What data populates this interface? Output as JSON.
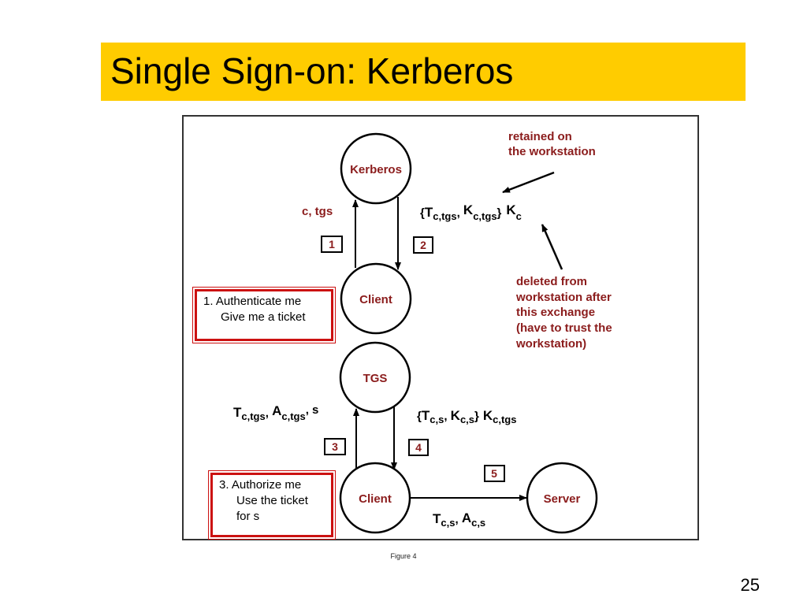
{
  "slide": {
    "title": "Single Sign-on: Kerberos",
    "page_number": "25",
    "caption": "Figure 4"
  },
  "nodes": {
    "kerberos": "Kerberos",
    "client_top": "Client",
    "tgs": "TGS",
    "client_bottom": "Client",
    "server": "Server"
  },
  "steps": {
    "s1": "1",
    "s2": "2",
    "s3": "3",
    "s4": "4",
    "s5": "5"
  },
  "labels": {
    "c_tgs": "c, tgs",
    "retained_1": "retained on",
    "retained_2": "the workstation",
    "deleted": [
      "deleted from",
      "workstation after",
      "this exchange",
      "(have to trust the",
      "workstation)"
    ]
  },
  "notes": {
    "note1": [
      "1. Authenticate me",
      "Give me a ticket"
    ],
    "note3": [
      "3. Authorize me",
      "Use the ticket",
      "for s"
    ]
  },
  "formulas": {
    "msg2": {
      "open": "{",
      "T": "T",
      "T_sub": "c,tgs",
      "sep": ", ",
      "K": "K",
      "K_sub": "c,tgs",
      "close": "}",
      "Kc": "K",
      "Kc_sub": "c"
    },
    "msg3": {
      "T": "T",
      "T_sub": "c,tgs",
      "sep1": ", ",
      "A": "A",
      "A_sub": "c,tgs",
      "sep2": ", s"
    },
    "msg4": {
      "open": "{",
      "T": "T",
      "T_sub": "c,s",
      "sep": ", ",
      "K": "K",
      "K_sub": "c,s",
      "close": "}",
      "Kt": "K",
      "Kt_sub": "c,tgs"
    },
    "msg5": {
      "T": "T",
      "T_sub": "c,s",
      "sep": ", ",
      "A": "A",
      "A_sub": "c,s"
    }
  },
  "colors": {
    "title_bar": "#ffcc00",
    "maroon": "#8b1c1c",
    "note_border": "#cc1111"
  }
}
